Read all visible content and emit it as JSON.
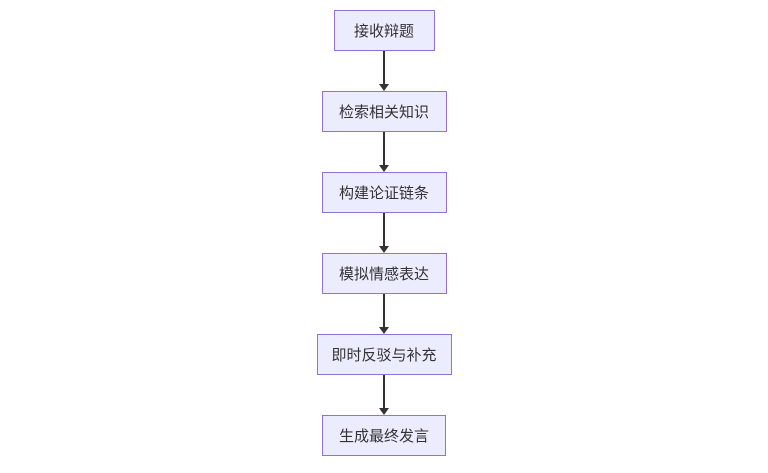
{
  "diagram": {
    "type": "flowchart",
    "direction": "top-down",
    "background_color": "#ffffff",
    "node_fill_color": "#ececff",
    "node_border_color": "#9370db",
    "text_color": "#333333",
    "arrow_color": "#333333",
    "nodes": [
      {
        "label": "接收辩题"
      },
      {
        "label": "检索相关知识"
      },
      {
        "label": "构建论证链条"
      },
      {
        "label": "模拟情感表达"
      },
      {
        "label": "即时反驳与补充"
      },
      {
        "label": "生成最终发言"
      }
    ],
    "edges": [
      {
        "from": "接收辩题",
        "to": "检索相关知识"
      },
      {
        "from": "检索相关知识",
        "to": "构建论证链条"
      },
      {
        "from": "构建论证链条",
        "to": "模拟情感表达"
      },
      {
        "from": "模拟情感表达",
        "to": "即时反驳与补充"
      },
      {
        "from": "即时反驳与补充",
        "to": "生成最终发言"
      }
    ]
  }
}
